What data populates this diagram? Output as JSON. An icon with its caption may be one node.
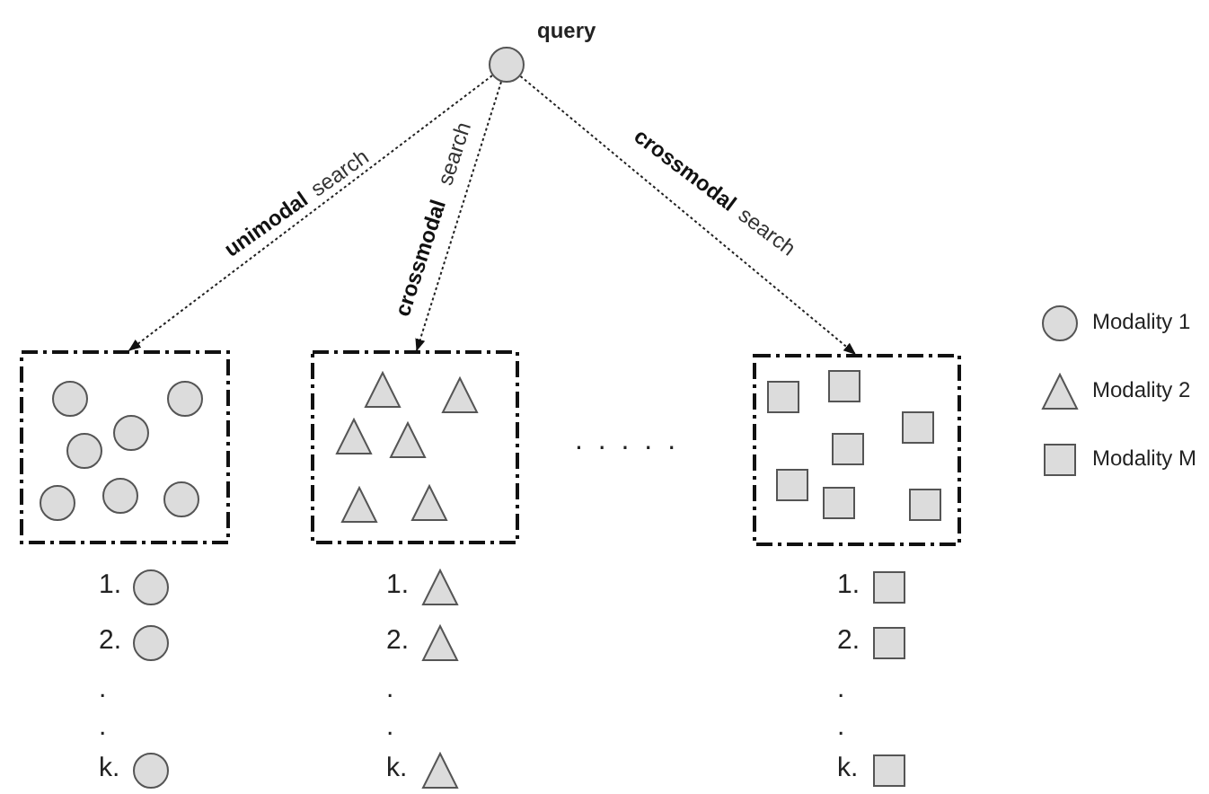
{
  "diagram": {
    "nodes": [
      {
        "text": [],
        "shape": "circle",
        "beside": [
          "query"
        ]
      },
      {
        "text": [],
        "shape": "box"
      },
      {
        "text": [],
        "shape": "box"
      },
      {
        "text": [],
        "shape": "box"
      }
    ],
    "edges": [
      {
        "from": 0,
        "to": 1,
        "arrow": "to",
        "label": "**unimodal** search"
      },
      {
        "from": 0,
        "to": 2,
        "arrow": "to",
        "label": "**crossmodal** search"
      },
      {
        "from": 0,
        "to": 3,
        "arrow": "to",
        "label": "**crossmodal** search"
      }
    ],
    "labels": [
      ". . . . .",
      "1.",
      "1.",
      "1.",
      "2.",
      "2.",
      "2.",
      ".",
      ".",
      ".",
      ".",
      ".",
      ".",
      "k.",
      "k.",
      "k."
    ],
    "legend": [
      {
        "text": "Modality 1"
      },
      {
        "text": "Modality 2"
      },
      {
        "text": "Modality M"
      }
    ]
  }
}
